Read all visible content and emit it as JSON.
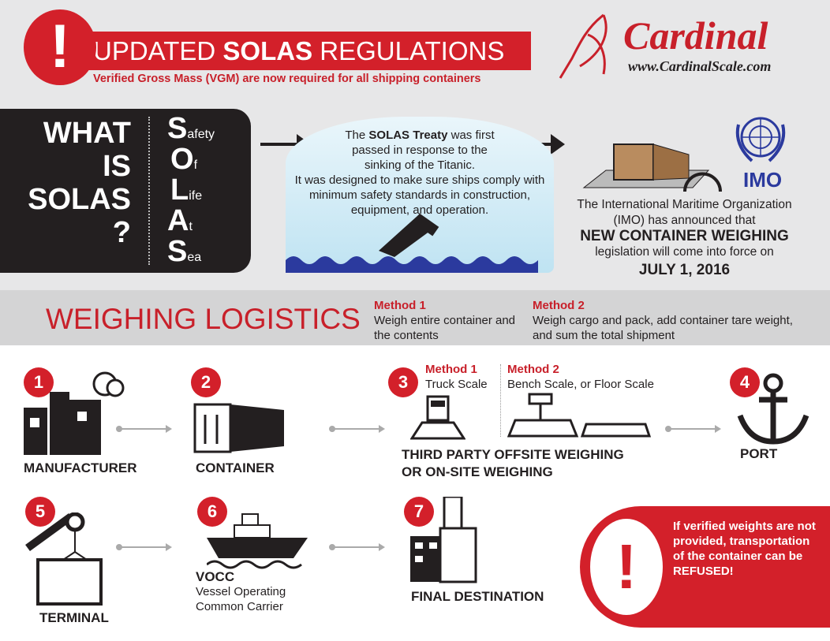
{
  "header": {
    "title_pre": "UPDATED ",
    "title_bold": "SOLAS",
    "title_post": " REGULATIONS",
    "subtitle": "Verified Gross Mass (VGM) are now required for all shipping containers",
    "exclamation": "!"
  },
  "logo": {
    "name": "Cardinal",
    "url": "www.CardinalScale.com"
  },
  "what_is": {
    "lines": [
      "WHAT",
      "IS",
      "SOLAS",
      "?"
    ],
    "acronym": [
      {
        "letter": "S",
        "word": "afety"
      },
      {
        "letter": "O",
        "word": "f"
      },
      {
        "letter": "L",
        "word": "ife"
      },
      {
        "letter": "A",
        "word": "t"
      },
      {
        "letter": "S",
        "word": "ea"
      }
    ]
  },
  "treaty": {
    "pre": "The ",
    "bold": "SOLAS Treaty",
    "post": " was first passed in response to the sinking of the Titanic.",
    "line2": "It was designed to make sure ships comply with minimum safety standards in construction, equipment, and operation."
  },
  "imo": {
    "logo_text": "IMO",
    "line1": "The International Maritime Organization (IMO) has announced that",
    "bold": "NEW CONTAINER WEIGHING",
    "line2": "legislation will come into force on",
    "date": "JULY 1, 2016"
  },
  "logistics": {
    "title": "WEIGHING LOGISTICS",
    "method1": {
      "label": "Method 1",
      "text": "Weigh entire container and the contents"
    },
    "method2": {
      "label": "Method 2",
      "text": "Weigh cargo and pack, add container tare weight, and sum the total shipment"
    }
  },
  "steps": [
    {
      "num": "1",
      "label": "MANUFACTURER"
    },
    {
      "num": "2",
      "label": "CONTAINER"
    },
    {
      "num": "3",
      "label": "THIRD PARTY OFFSITE WEIGHING",
      "label2": "OR ON-SITE WEIGHING",
      "m1": "Method 1",
      "m1_text": "Truck Scale",
      "m2": "Method 2",
      "m2_text": "Bench Scale, or Floor Scale"
    },
    {
      "num": "4",
      "label": "PORT"
    },
    {
      "num": "5",
      "label": "TERMINAL"
    },
    {
      "num": "6",
      "label": "VOCC",
      "desc1": "Vessel Operating",
      "desc2": "Common Carrier"
    },
    {
      "num": "7",
      "label": "FINAL DESTINATION"
    }
  ],
  "warning": {
    "icon": "!",
    "text": "If verified weights are not provided, transportation of the container can be REFUSED!"
  },
  "colors": {
    "red": "#d3202a",
    "dark": "#231f20",
    "imo_blue": "#2b3a9e"
  }
}
